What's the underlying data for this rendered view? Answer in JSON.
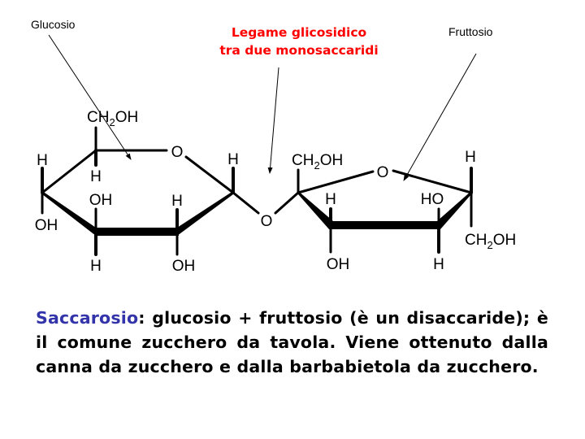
{
  "labels": {
    "glucose": "Glucosio",
    "fructose": "Fruttosio",
    "bond_line1": "Legame glicosidico",
    "bond_line2": "tra due monosaccaridi"
  },
  "atoms": {
    "glucose": {
      "ch2oh_c": "CH",
      "ch2oh_sub": "2",
      "ch2oh_oh": "OH",
      "ring_o": "O",
      "c5_h": "H",
      "c4_h": "H",
      "c4_oh": "OH",
      "c3_oh": "OH",
      "c3_h": "H",
      "c2_h": "H",
      "c2_oh": "OH",
      "c1_h": "H"
    },
    "bridge_o": "O",
    "fructose": {
      "ch2oh_top_c": "CH",
      "ch2oh_top_sub": "2",
      "ch2oh_top_oh": "OH",
      "ring_o": "O",
      "c3_h": "H",
      "c3_oh": "OH",
      "c4_ho": "HO",
      "c4_h": "H",
      "c5_h": "H",
      "ch2oh_bot_c": "CH",
      "ch2oh_bot_sub": "2",
      "ch2oh_bot_oh": "OH"
    }
  },
  "description": {
    "term": "Saccarosio",
    "text": ": glucosio + fruttosio (è un disaccaride); è il comune zucchero da tavola. Viene ottenuto dalla canna da zucchero e dalla barbabietola da zucchero."
  },
  "colors": {
    "bond_label": "#ff0000",
    "term": "#3333aa",
    "text": "#000000"
  }
}
